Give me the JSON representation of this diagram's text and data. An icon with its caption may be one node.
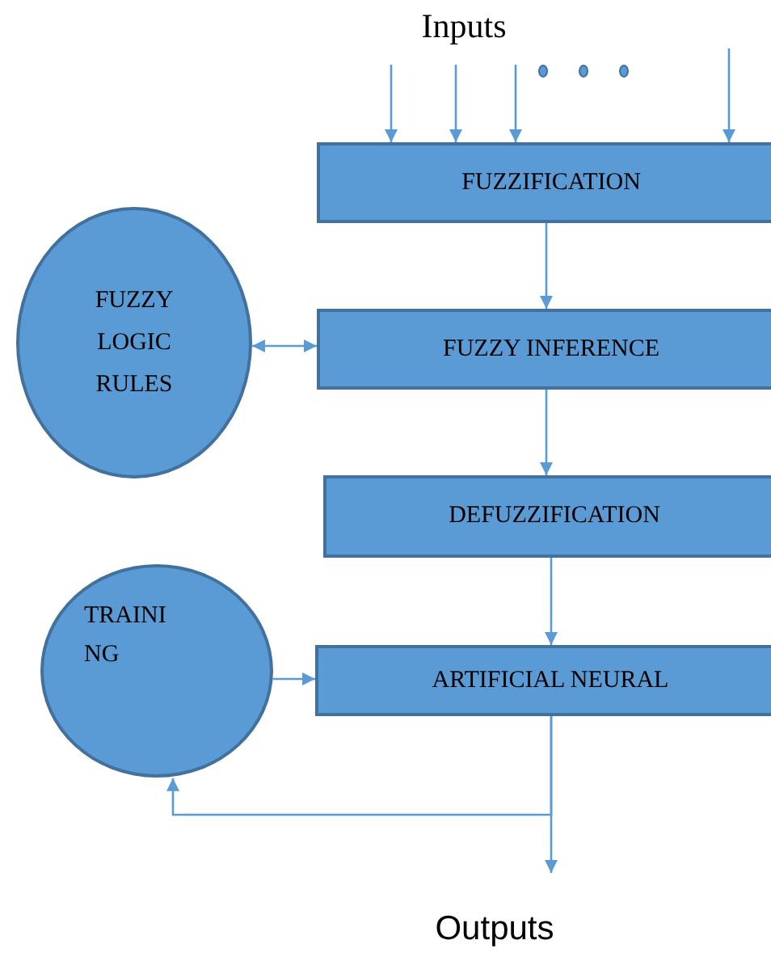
{
  "diagram": {
    "nodes": [
      {
        "text": [
          "FUZZIFICATION"
        ]
      },
      {
        "text": [
          "FUZZY LOGIC RULES"
        ]
      },
      {
        "text": [
          "FUZZY INFERENCE"
        ]
      },
      {
        "text": [
          "DEFUZZIFICATION"
        ]
      },
      {
        "text": [
          "TRAINI NG"
        ]
      },
      {
        "text": [
          "ARTIFICIAL NEURAL"
        ]
      },
      {
        "text": [
          "Outputs"
        ]
      }
    ],
    "edges": [
      {
        "from": null,
        "to": 0,
        "arrow": "to"
      },
      {
        "from": null,
        "to": 0,
        "arrow": "to"
      },
      {
        "from": null,
        "to": 0,
        "arrow": "to"
      },
      {
        "from": null,
        "to": 0,
        "arrow": "to"
      },
      {
        "from": 0,
        "to": 2,
        "arrow": "to"
      },
      {
        "from": 2,
        "to": 1,
        "arrow": "both"
      },
      {
        "from": 2,
        "to": 3,
        "arrow": "to"
      },
      {
        "from": 3,
        "to": 5,
        "arrow": "to"
      },
      {
        "from": 4,
        "to": 5,
        "arrow": "to"
      },
      {
        "from": 5,
        "to": 6,
        "arrow": "to"
      },
      {
        "from": 5,
        "to": 4,
        "arrow": "to"
      }
    ],
    "labels": [
      "Inputs"
    ]
  }
}
